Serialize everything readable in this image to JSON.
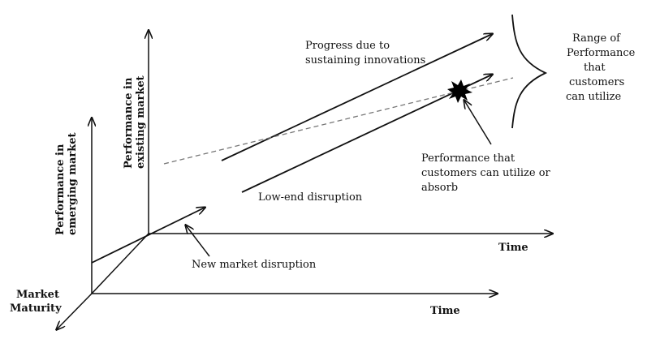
{
  "diagram": {
    "axes": {
      "existing_market_y_label": [
        "Performance in",
        "existing market"
      ],
      "emerging_market_y_label": [
        "Performance in",
        "emerging market"
      ],
      "upper_time_label": "Time",
      "lower_time_label": "Time",
      "market_maturity_label": [
        "Market",
        "Maturity"
      ]
    },
    "labels": {
      "sustaining": [
        "Progress due to",
        "sustaining innovations"
      ],
      "low_end": "Low-end disruption",
      "new_market": "New market disruption",
      "customer_perf": [
        "Performance that",
        "customers can utilize or",
        "absorb"
      ],
      "range": [
        "Range of",
        "Performance",
        "that",
        "customers",
        "can utilize"
      ]
    },
    "colors": {
      "line": "#111111",
      "dashed": "#777777",
      "burst": "#000000"
    }
  }
}
